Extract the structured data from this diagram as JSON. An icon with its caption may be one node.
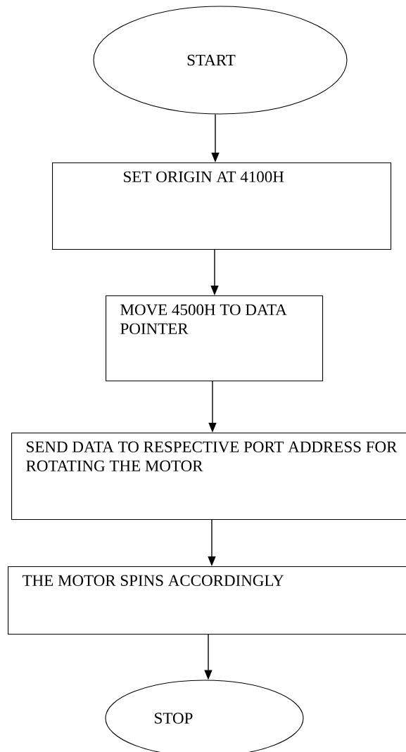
{
  "diagram": {
    "nodes": [
      {
        "text": [
          "START"
        ]
      },
      {
        "text": [
          "SET ORIGIN AT 4100H"
        ]
      },
      {
        "text": [
          "MOVE 4500H TO DATA POINTER"
        ]
      },
      {
        "text": [
          "SEND DATA TO RESPECTIVE PORT ADDRESS FOR ROTATING THE MOTOR"
        ]
      },
      {
        "text": [
          "THE MOTOR SPINS ACCORDINGLY"
        ]
      },
      {
        "text": [
          "STOP"
        ]
      }
    ],
    "edges": [
      {
        "from": 0,
        "to": 1,
        "arrow": "to"
      },
      {
        "from": 1,
        "to": 2,
        "arrow": "to"
      },
      {
        "from": 2,
        "to": 3,
        "arrow": "to"
      },
      {
        "from": 3,
        "to": 4,
        "arrow": "to"
      },
      {
        "from": 4,
        "to": 5,
        "arrow": "to"
      }
    ]
  }
}
